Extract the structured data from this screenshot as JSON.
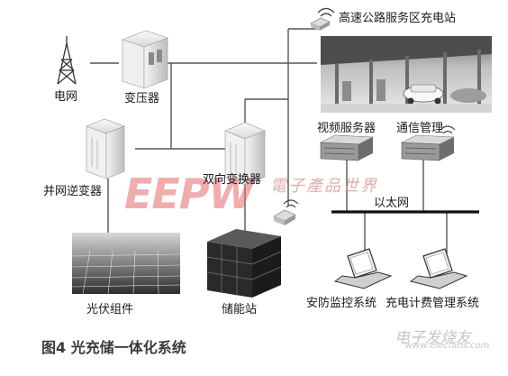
{
  "labels": {
    "grid": "电网",
    "transformer": "变压器",
    "station": "高速公路服务区充电站",
    "video_server": "视频服务器",
    "comm_mgmt": "通信管理",
    "grid_inverter": "并网逆变器",
    "bidirectional_converter": "双向变换器",
    "ethernet": "以太网",
    "pv_module": "光伏组件",
    "storage_station": "储能站",
    "security_system": "安防监控系统",
    "billing_system": "充电计费管理系统"
  },
  "caption": "图4  光充储一体化系统",
  "watermarks": {
    "brand": "EEPW",
    "brand_cn": "電子產品世界",
    "site_cn": "电子发烧友",
    "site_url": "www.elecfans.com"
  },
  "colors": {
    "line": "#555555",
    "ethernet_bus": "#111111",
    "watermark_red": "#e66b6b"
  },
  "icons": {
    "grid": "transmission-tower-icon",
    "transformer": "transformer-icon",
    "server": "server-rack-icon",
    "wifi": "wireless-icon",
    "laptop": "laptop-icon",
    "solar": "solar-panel-icon",
    "battery": "battery-bank-icon"
  }
}
